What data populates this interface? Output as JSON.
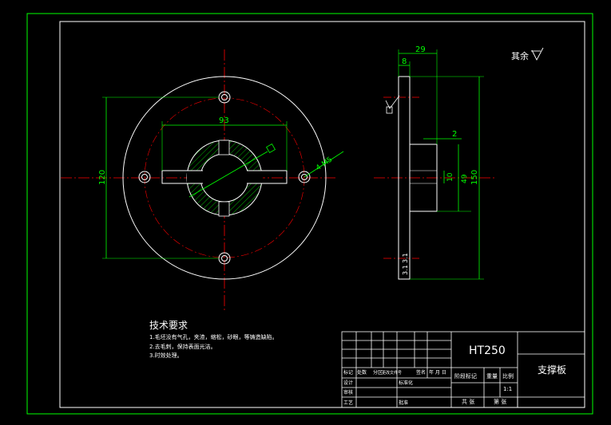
{
  "colors": {
    "border": "#00ff00",
    "outline": "#ffffff",
    "center": "#ff0000",
    "dimension": "#00ff00",
    "hatch": "#00ff00"
  },
  "dims": {
    "d93": "93",
    "d120": "120",
    "d29": "29",
    "d8": "8",
    "d2": "2",
    "d10": "10",
    "d49": "49",
    "d150": "150",
    "thread": "4-M5",
    "r1": "3.1",
    "r2": "3.1"
  },
  "roughness_note": "其余",
  "tech": {
    "title": "技术要求",
    "items": [
      "1.毛坯没有气孔，夹渣，缩松，砂眼，等铸造缺陷。",
      "2.去毛刺，保持表面光洁。",
      "3.时效处理。"
    ]
  },
  "title_block": {
    "material": "HT250",
    "part_name": "支撑板",
    "scale": "1:1",
    "r_marked": "标记",
    "r_count": "处数",
    "r_zone": "分区",
    "r_change_no": "更改文件号",
    "r_sign": "签名",
    "r_date": "年 月 日",
    "designer": "设计",
    "standardized": "标准化",
    "stage_mark": "阶段标记",
    "weight": "重量",
    "scale_label": "比例",
    "checker": "审核",
    "process": "工艺",
    "approve": "批准",
    "total": "共 张",
    "sheet": "第 张"
  }
}
